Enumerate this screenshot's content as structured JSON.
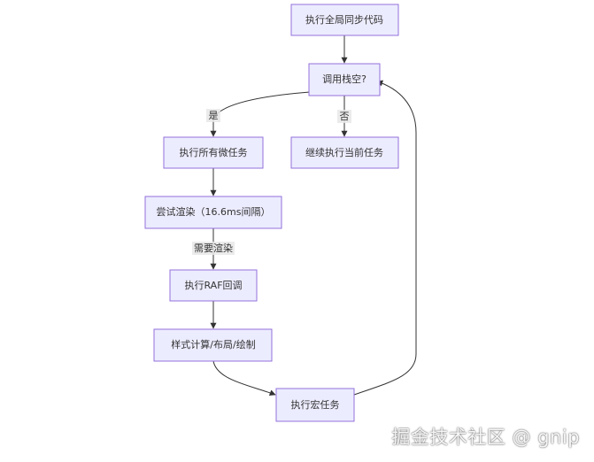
{
  "nodes": {
    "sync": "执行全局同步代码",
    "stack_empty": "调用栈空?",
    "micro": "执行所有微任务",
    "continue": "继续执行当前任务",
    "render": "尝试渲染（16.6ms间隔）",
    "raf": "执行RAF回调",
    "paint": "样式计算/布局/绘制",
    "macro": "执行宏任务"
  },
  "edge_labels": {
    "yes": "是",
    "no": "否",
    "need_render": "需要渲染"
  },
  "watermark": "掘金技术社区 @ gnip",
  "colors": {
    "node_fill": "#ECECFF",
    "node_stroke": "#9370DB",
    "edge": "#333333",
    "text": "#333333"
  }
}
